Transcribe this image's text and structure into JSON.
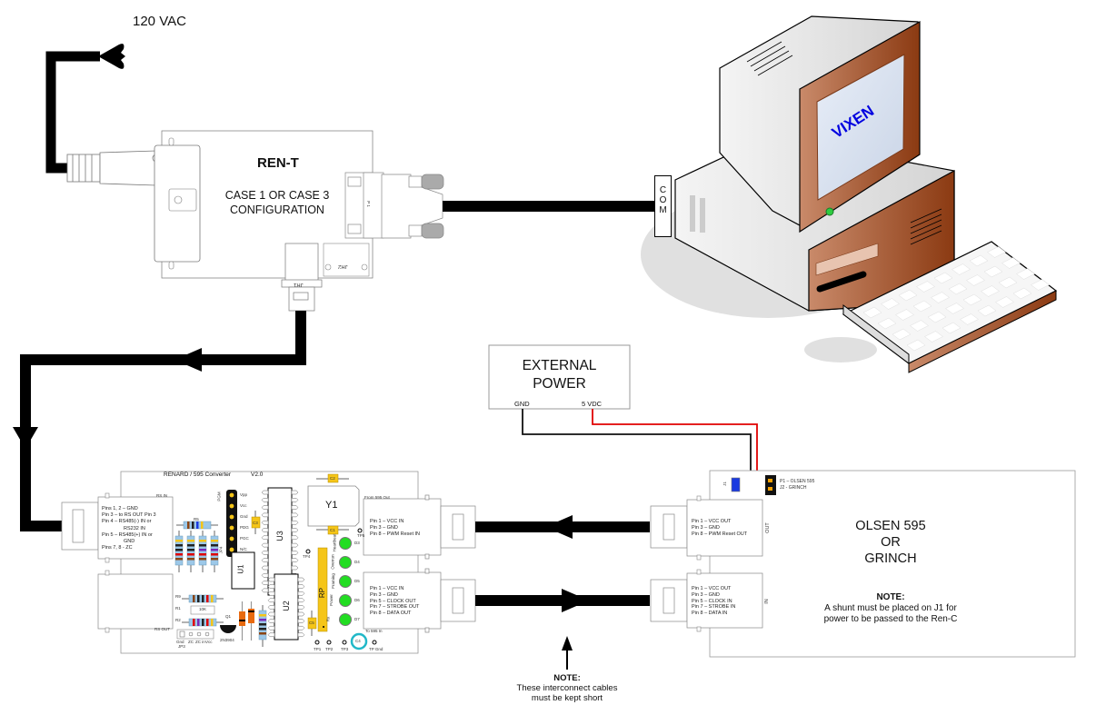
{
  "power_source": {
    "label": "120 VAC"
  },
  "ren_t": {
    "title": "REN-T",
    "subtitle_line1": "CASE 1 OR CASE 3",
    "subtitle_line2": "CONFIGURATION",
    "connector_p1": "P 1",
    "connector_jr1": "JR1",
    "connector_jr2": "JR2"
  },
  "computer": {
    "screen_text": "VIXEN",
    "port_label": "COM",
    "colors": {
      "case_accent": "#a0522d",
      "screen_text": "#0000e0",
      "power_led": "#2ecc40"
    }
  },
  "external_power": {
    "title_line1": "EXTERNAL",
    "title_line2": "POWER",
    "gnd_label": "GND",
    "vdc_label": "5 VDC",
    "wire_colors": {
      "gnd": "#111111",
      "vdc": "#e00000"
    }
  },
  "converter_board": {
    "title": "RENARD / 595 Converter",
    "version": "V2.0",
    "rs_in_label": "RS IN",
    "rs_out_label": "RS OUT",
    "rs_in_pins": [
      "Pins 1, 2 – GND",
      "Pin 3 – to RS OUT Pin 3",
      "Pin 4 – RS485(-) IN or",
      "RS232 IN",
      "Pin 5 – RS485(+) IN or",
      "GND",
      "Pins 7, 8 - ZC"
    ],
    "from_595_label": "From 595 Out",
    "to_595_label": "To 595 In",
    "from_595_pins": [
      "Pin 1 – VCC IN",
      "Pin 3 – GND",
      "Pin 8 – PWM Reset IN"
    ],
    "to_595_pins": [
      "Pin 1 – VCC IN",
      "Pin 3 – GND",
      "Pin 5 – CLOCK OUT",
      "Pin 7 – STROBE OUT",
      "Pin 8 – DATA OUT"
    ],
    "chips": {
      "u1": "U1",
      "u2": "U2",
      "u3": "U3",
      "y1": "Y1",
      "rp": "RP"
    },
    "pgm_label": "PGM",
    "jp4_label": "JP4",
    "pgm_pins": [
      "Vpp",
      "Vcc",
      "Gnd",
      "PDG",
      "PGC",
      "N/C"
    ],
    "capacitors": [
      "C1",
      "C2",
      "C3",
      "C4",
      "C5"
    ],
    "leds": [
      {
        "id": "D3",
        "label": "Heartbeat"
      },
      {
        "id": "D4",
        "label": "Overrun"
      },
      {
        "id": "D5",
        "label": "Framing"
      },
      {
        "id": "D6",
        "label": "Power"
      },
      {
        "id": "D7",
        "label": "Rx"
      }
    ],
    "test_points": [
      "TP1",
      "TP2",
      "TP3",
      "TP4",
      "TP5",
      "TP Gnd"
    ],
    "resistors": {
      "r5": "R5",
      "r9": "R9",
      "r1": "R1",
      "r1_value": "10K",
      "r2": "R2"
    },
    "jp3_label": "JP3",
    "jp3_pins": [
      "Gnd",
      "ZC",
      "ZC in",
      "Vcc"
    ],
    "transistor_label": "Q1",
    "transistor_part": "2N3904",
    "led_color": "#22dd22",
    "chip_yellow": "#f5c518"
  },
  "olsen_board": {
    "title_line1": "OLSEN 595",
    "title_line2": "OR",
    "title_line3": "GRINCH",
    "out_label": "OUT",
    "in_label": "IN",
    "j1_label": "J1",
    "jumper_p1": "P1 – OLSEN 595",
    "jumper_j2": "J2 - GRINCH",
    "out_pins": [
      "Pin 1 – VCC OUT",
      "Pin 3 – GND",
      "Pin 8 – PWM Reset OUT"
    ],
    "in_pins": [
      "Pin 1 – VCC OUT",
      "Pin 3 – GND",
      "Pin 5 – CLOCK IN",
      "Pin 7 – STROBE IN",
      "Pin 8 – DATA IN"
    ],
    "note_title": "NOTE:",
    "note_line1": "A shunt must be placed on J1 for",
    "note_line2": "power to be passed to the Ren-C"
  },
  "cable_note": {
    "title": "NOTE:",
    "line1": "These interconnect cables",
    "line2": "must be kept short"
  }
}
